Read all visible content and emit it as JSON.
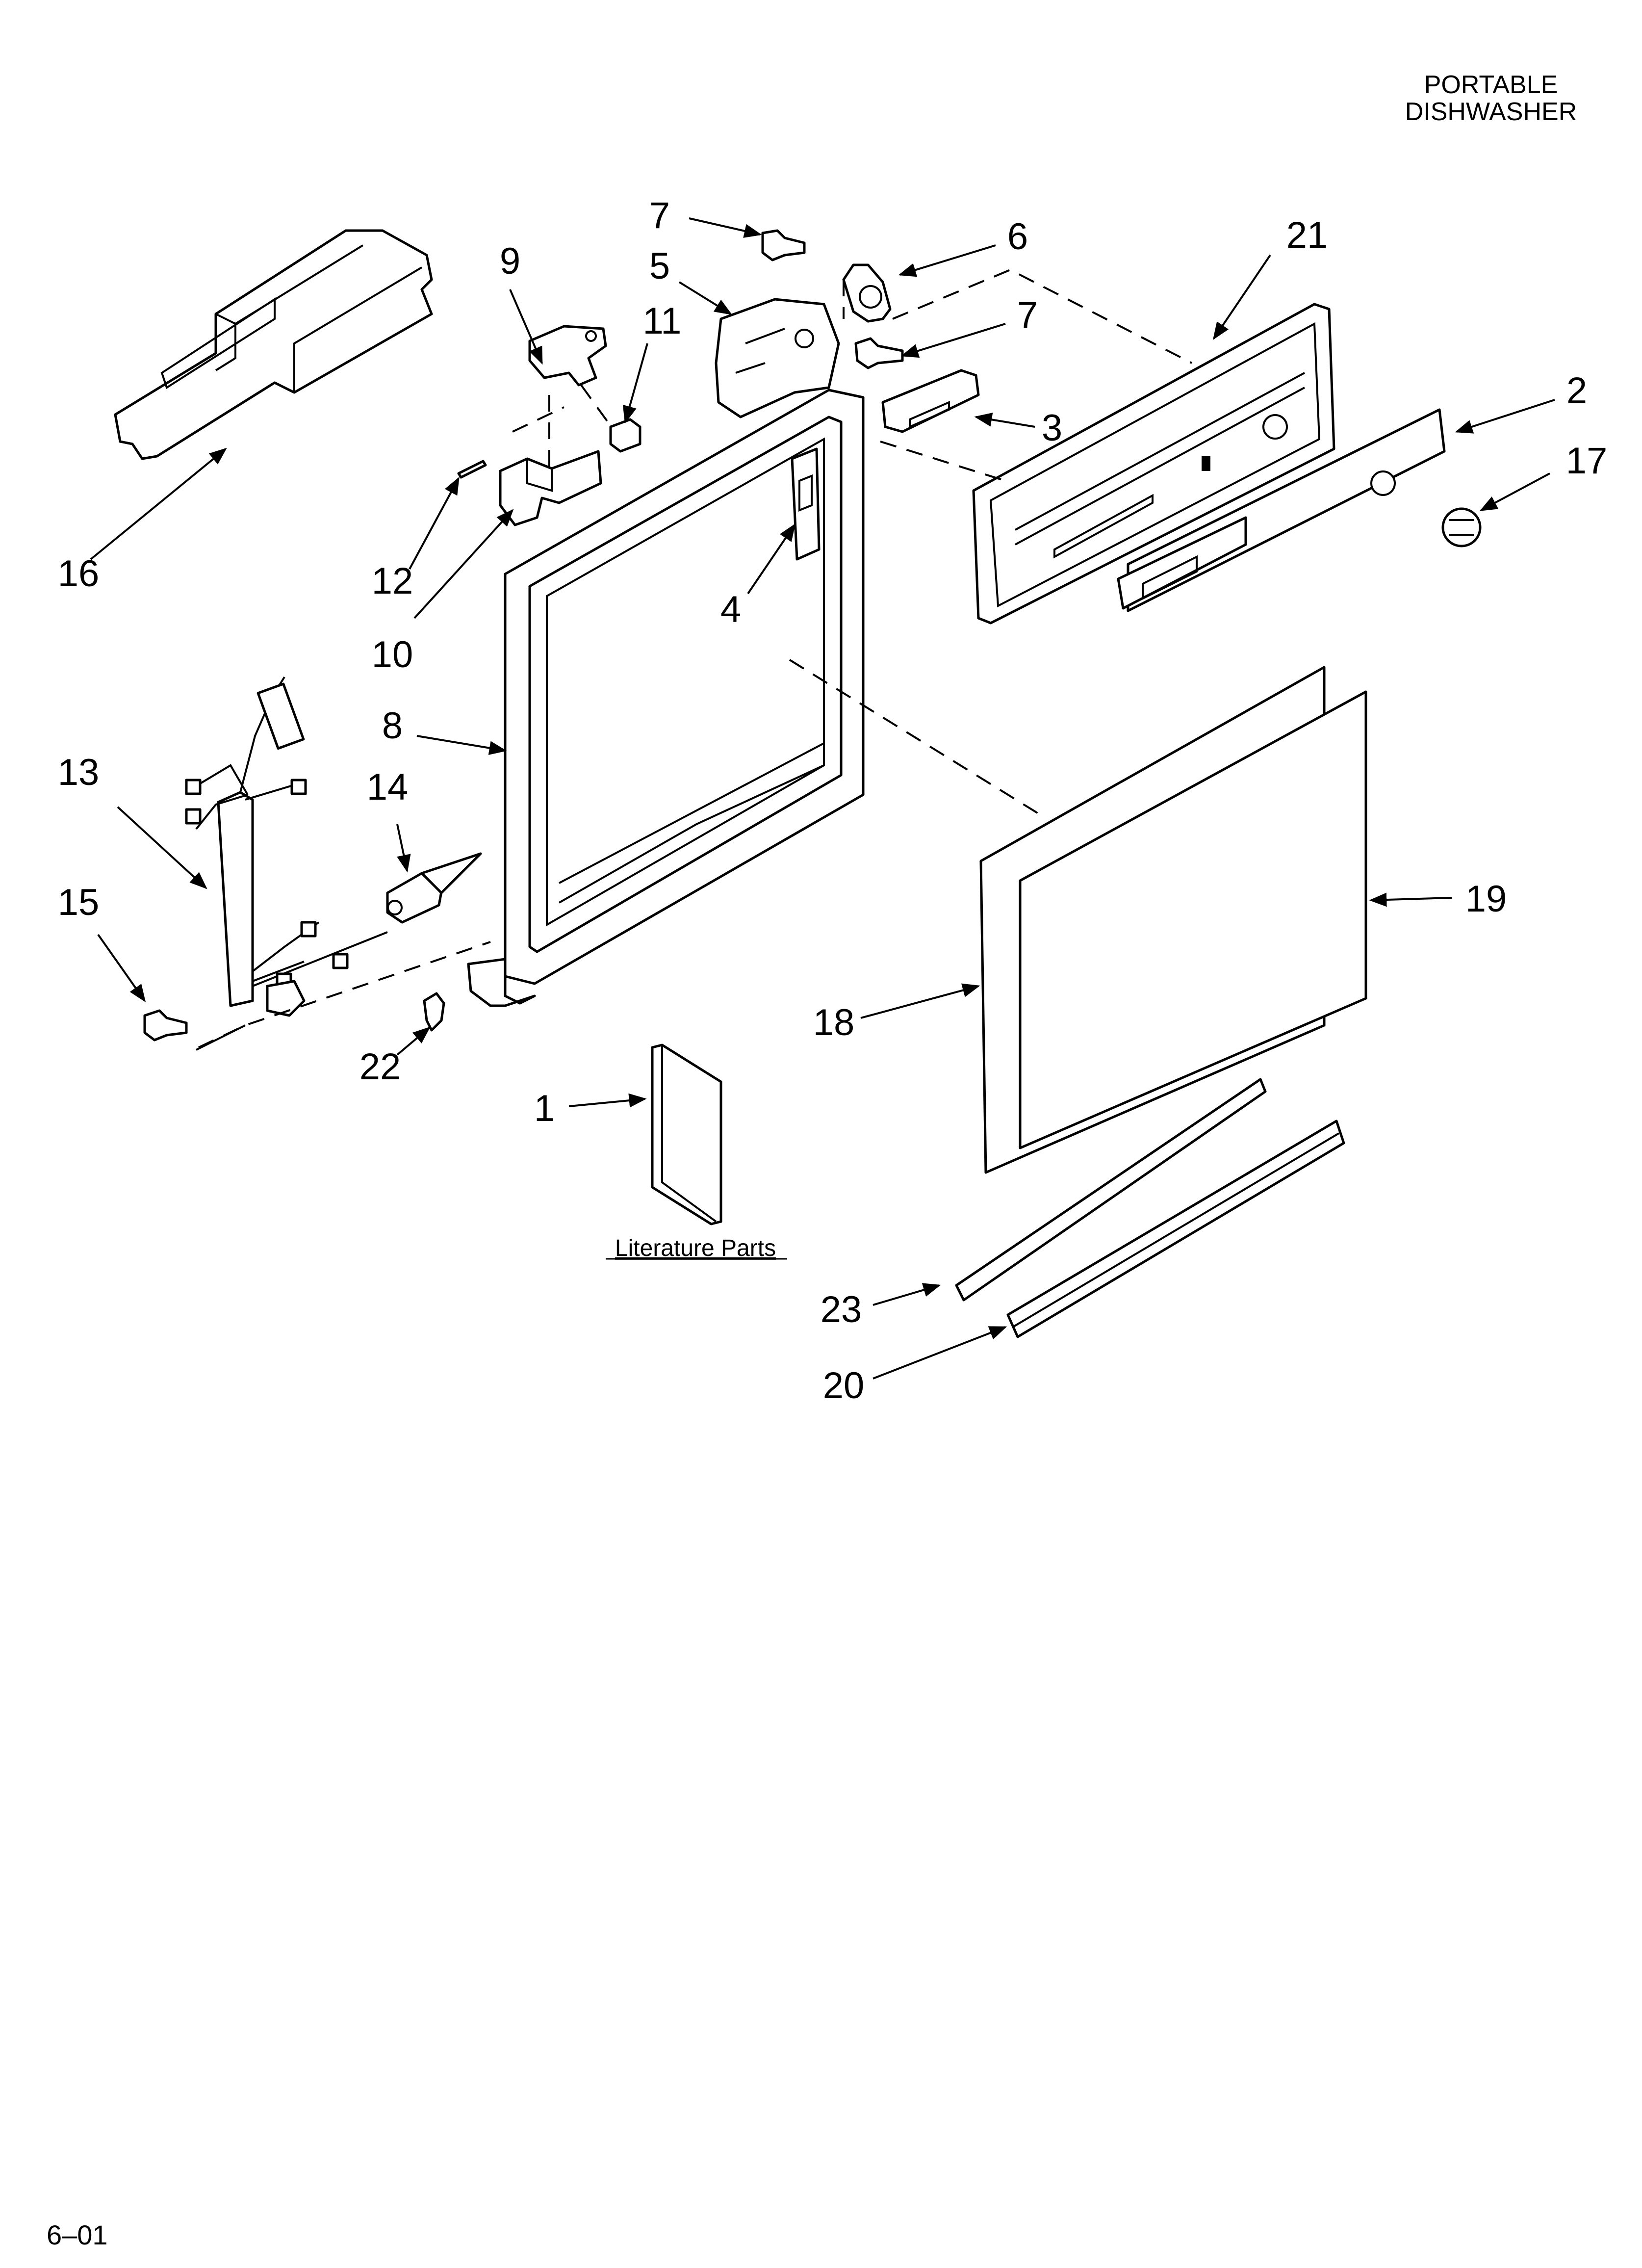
{
  "header": {
    "line1": "PORTABLE",
    "line2": "DISHWASHER"
  },
  "callouts": {
    "c1": "1",
    "c2": "2",
    "c3": "3",
    "c4": "4",
    "c5": "5",
    "c6": "6",
    "c7a": "7",
    "c7b": "7",
    "c8": "8",
    "c9": "9",
    "c10": "10",
    "c11": "11",
    "c12": "12",
    "c13": "13",
    "c14": "14",
    "c15": "15",
    "c16": "16",
    "c17": "17",
    "c18": "18",
    "c19": "19",
    "c20": "20",
    "c21": "21",
    "c22": "22",
    "c23": "23"
  },
  "literature_label": "Literature Parts",
  "footer": {
    "code": "6–01"
  }
}
